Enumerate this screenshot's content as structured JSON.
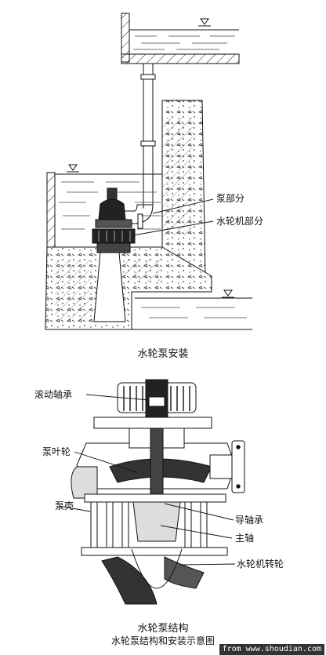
{
  "installation": {
    "labels": {
      "pump_part": "泵部分",
      "turbine_part": "水轮机部分"
    },
    "caption": "水轮泵安装"
  },
  "structure": {
    "labels": {
      "rolling_bearing": "滚动轴承",
      "pump_impeller": "泵叶轮",
      "pump_casing": "泵壳",
      "guide_bearing": "导轴承",
      "main_shaft": "主轴",
      "turbine_runner": "水轮机转轮"
    },
    "caption": "水轮泵结构",
    "subtitle": "水轮泵结构和安装示意图"
  },
  "source": "from www.shoudian.com",
  "colors": {
    "line": "#111111",
    "water": "#444444",
    "concrete": "#777777",
    "background": "#ffffff"
  }
}
